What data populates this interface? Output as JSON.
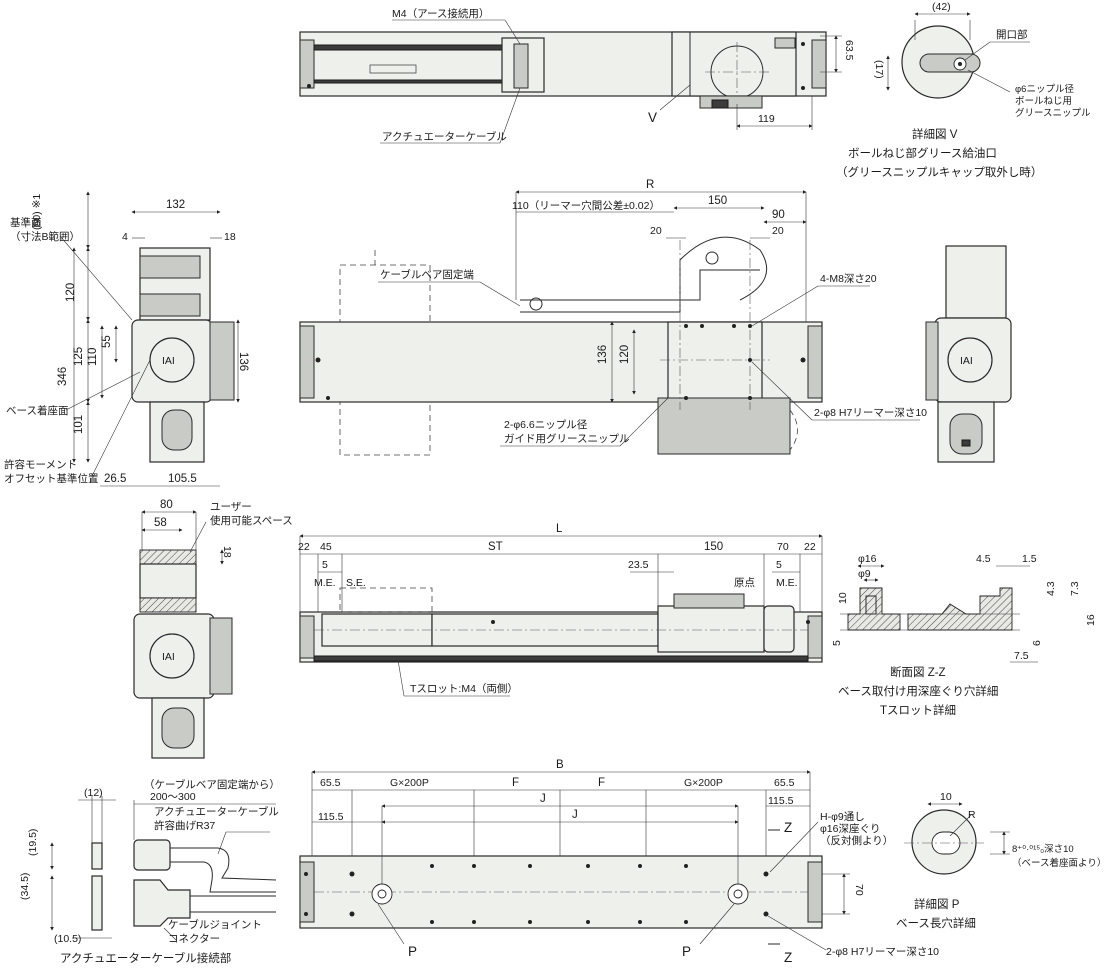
{
  "labels": {
    "m4_earth": "M4（アース接続用）",
    "actuator_cable": "アクチュエーターケーブル",
    "detail_v_title": "詳細図 V",
    "detail_v_sub1": "ボールねじ部グリース給油口",
    "detail_v_sub2": "（グリースニップルキャップ取外し時）",
    "opening": "開口部",
    "nipple1": "φ6ニップル径",
    "nipple2": "ボールねじ用",
    "nipple3": "グリースニップル",
    "reference_face1": "基準面",
    "reference_face2": "（寸法B範囲）",
    "base_mount_face": "ベース着座面",
    "moment_offset1": "許容モーメント",
    "moment_offset2": "オフセット基準位置",
    "cable_bear_fixed": "ケーブルベア固定端",
    "reamer_tol": "110（リーマー穴間公差±0.02）",
    "m8_depth": "4-M8深さ20",
    "reamer_hole": "2-φ8 H7リーマー深さ10",
    "guide_nipple1": "2-φ6.6ニップル径",
    "guide_nipple2": "ガイド用グリースニップル",
    "user_space1": "ユーザー",
    "user_space2": "使用可能スペース",
    "tslot": "Tスロット:M4（両側）",
    "me": "M.E.",
    "se": "S.E.",
    "origin": "原点",
    "section_title": "断面図 Z-Z",
    "section_sub1": "ベース取付け用深座ぐり穴詳細",
    "section_sub2": "Tスロット詳細",
    "cable_bear_from1": "（ケーブルベア固定端から）",
    "cable_bear_from2": "200～300",
    "cable_bend1": "アクチュエーターケーブル",
    "cable_bend2": "許容曲げR37",
    "cable_joint1": "ケーブルジョイント",
    "cable_joint2": "コネクター",
    "cable_conn_title": "アクチュエーターケーブル接続部",
    "h_hole1": "H-φ9通し",
    "h_hole2": "φ16深座ぐり",
    "h_hole3": "（反対側より）",
    "slot_tol": "8⁺⁰·⁰¹⁵₀深さ10",
    "slot_note": "（ベース着座面より）",
    "detail_p_title": "詳細図 P",
    "detail_p_sub": "ベース長穴詳細",
    "view_v": "V",
    "view_p": "P",
    "view_z": "Z",
    "logo": "IAI"
  },
  "dims": {
    "d63_5": "63.5",
    "d119": "119",
    "d42": "(42)",
    "d17": "(17)",
    "d50": "(50) ※1",
    "d132": "132",
    "d4": "4",
    "d18": "18",
    "d120": "120",
    "d346": "346",
    "d125": "125",
    "d110": "110",
    "d55": "55",
    "d136": "136",
    "d101": "101",
    "d26_5": "26.5",
    "d105_5": "105.5",
    "R": "R",
    "d150": "150",
    "d90": "90",
    "d20": "20",
    "d80": "80",
    "d58": "58",
    "L": "L",
    "d22": "22",
    "d45": "45",
    "ST": "ST",
    "d70": "70",
    "d5": "5",
    "d23_5": "23.5",
    "phi16": "φ16",
    "phi9": "φ9",
    "d4_5": "4.5",
    "d1_5": "1.5",
    "d10": "10",
    "d4_3": "4.3",
    "d7_3": "7.3",
    "d16": "16",
    "d6": "6",
    "d7_5": "7.5",
    "B": "B",
    "d65_5": "65.5",
    "Gx200P": "G×200P",
    "F": "F",
    "J": "J",
    "d115_5": "115.5",
    "d12": "(12)",
    "d19_5": "(19.5)",
    "d34_5": "(34.5)",
    "d10_5": "(10.5)",
    "Rcirc": "R"
  }
}
